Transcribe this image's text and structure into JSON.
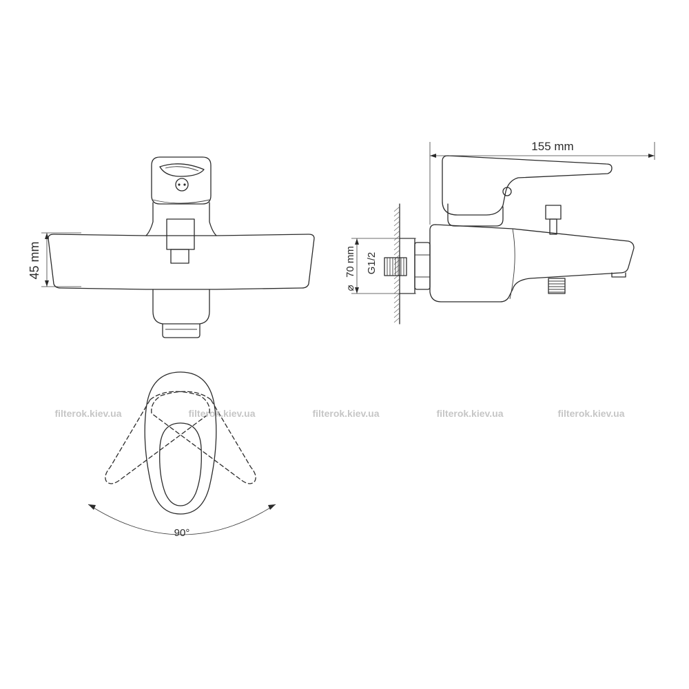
{
  "dimensions": {
    "width": "155 mm",
    "height": "45 mm",
    "diameter": "70 mm",
    "thread": "G1/2",
    "rotation": "90°"
  },
  "watermark": {
    "text": "filterok.kiev.ua",
    "count": 5,
    "color": "#c6c6c6"
  },
  "colors": {
    "line": "#2a2a2a",
    "background": "#ffffff"
  }
}
